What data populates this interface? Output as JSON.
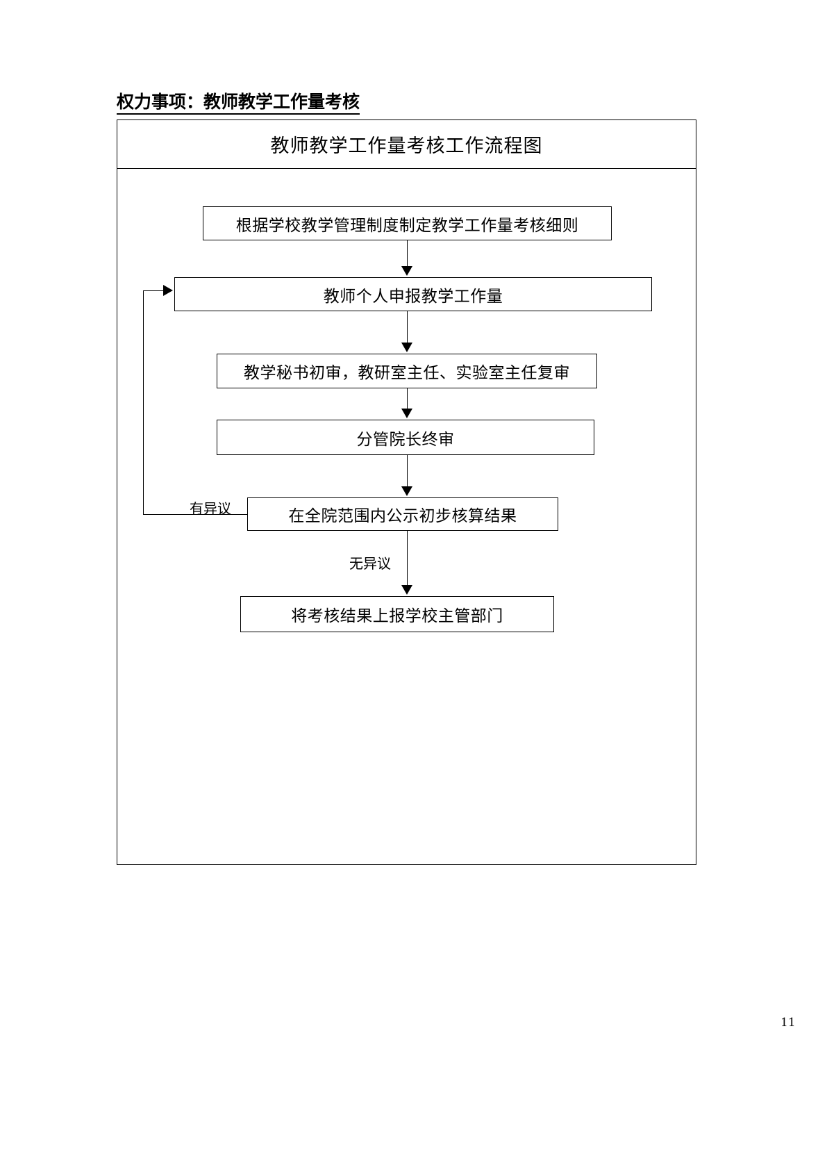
{
  "document": {
    "header_label": "权力事项：教师教学工作量考核",
    "page_number": "11"
  },
  "flowchart": {
    "title": "教师教学工作量考核工作流程图",
    "nodes": [
      {
        "id": "node1",
        "text": "根据学校教学管理制度制定教学工作量考核细则"
      },
      {
        "id": "node2",
        "text": "教师个人申报教学工作量"
      },
      {
        "id": "node3",
        "text": "教学秘书初审，教研室主任、实验室主任复审"
      },
      {
        "id": "node4",
        "text": "分管院长终审"
      },
      {
        "id": "node5",
        "text": "在全院范围内公示初步核算结果"
      },
      {
        "id": "node6",
        "text": "将考核结果上报学校主管部门"
      }
    ],
    "edge_labels": {
      "objection": "有异议",
      "no_objection": "无异议"
    },
    "colors": {
      "line": "#000000",
      "background": "#ffffff",
      "text": "#000000"
    }
  }
}
